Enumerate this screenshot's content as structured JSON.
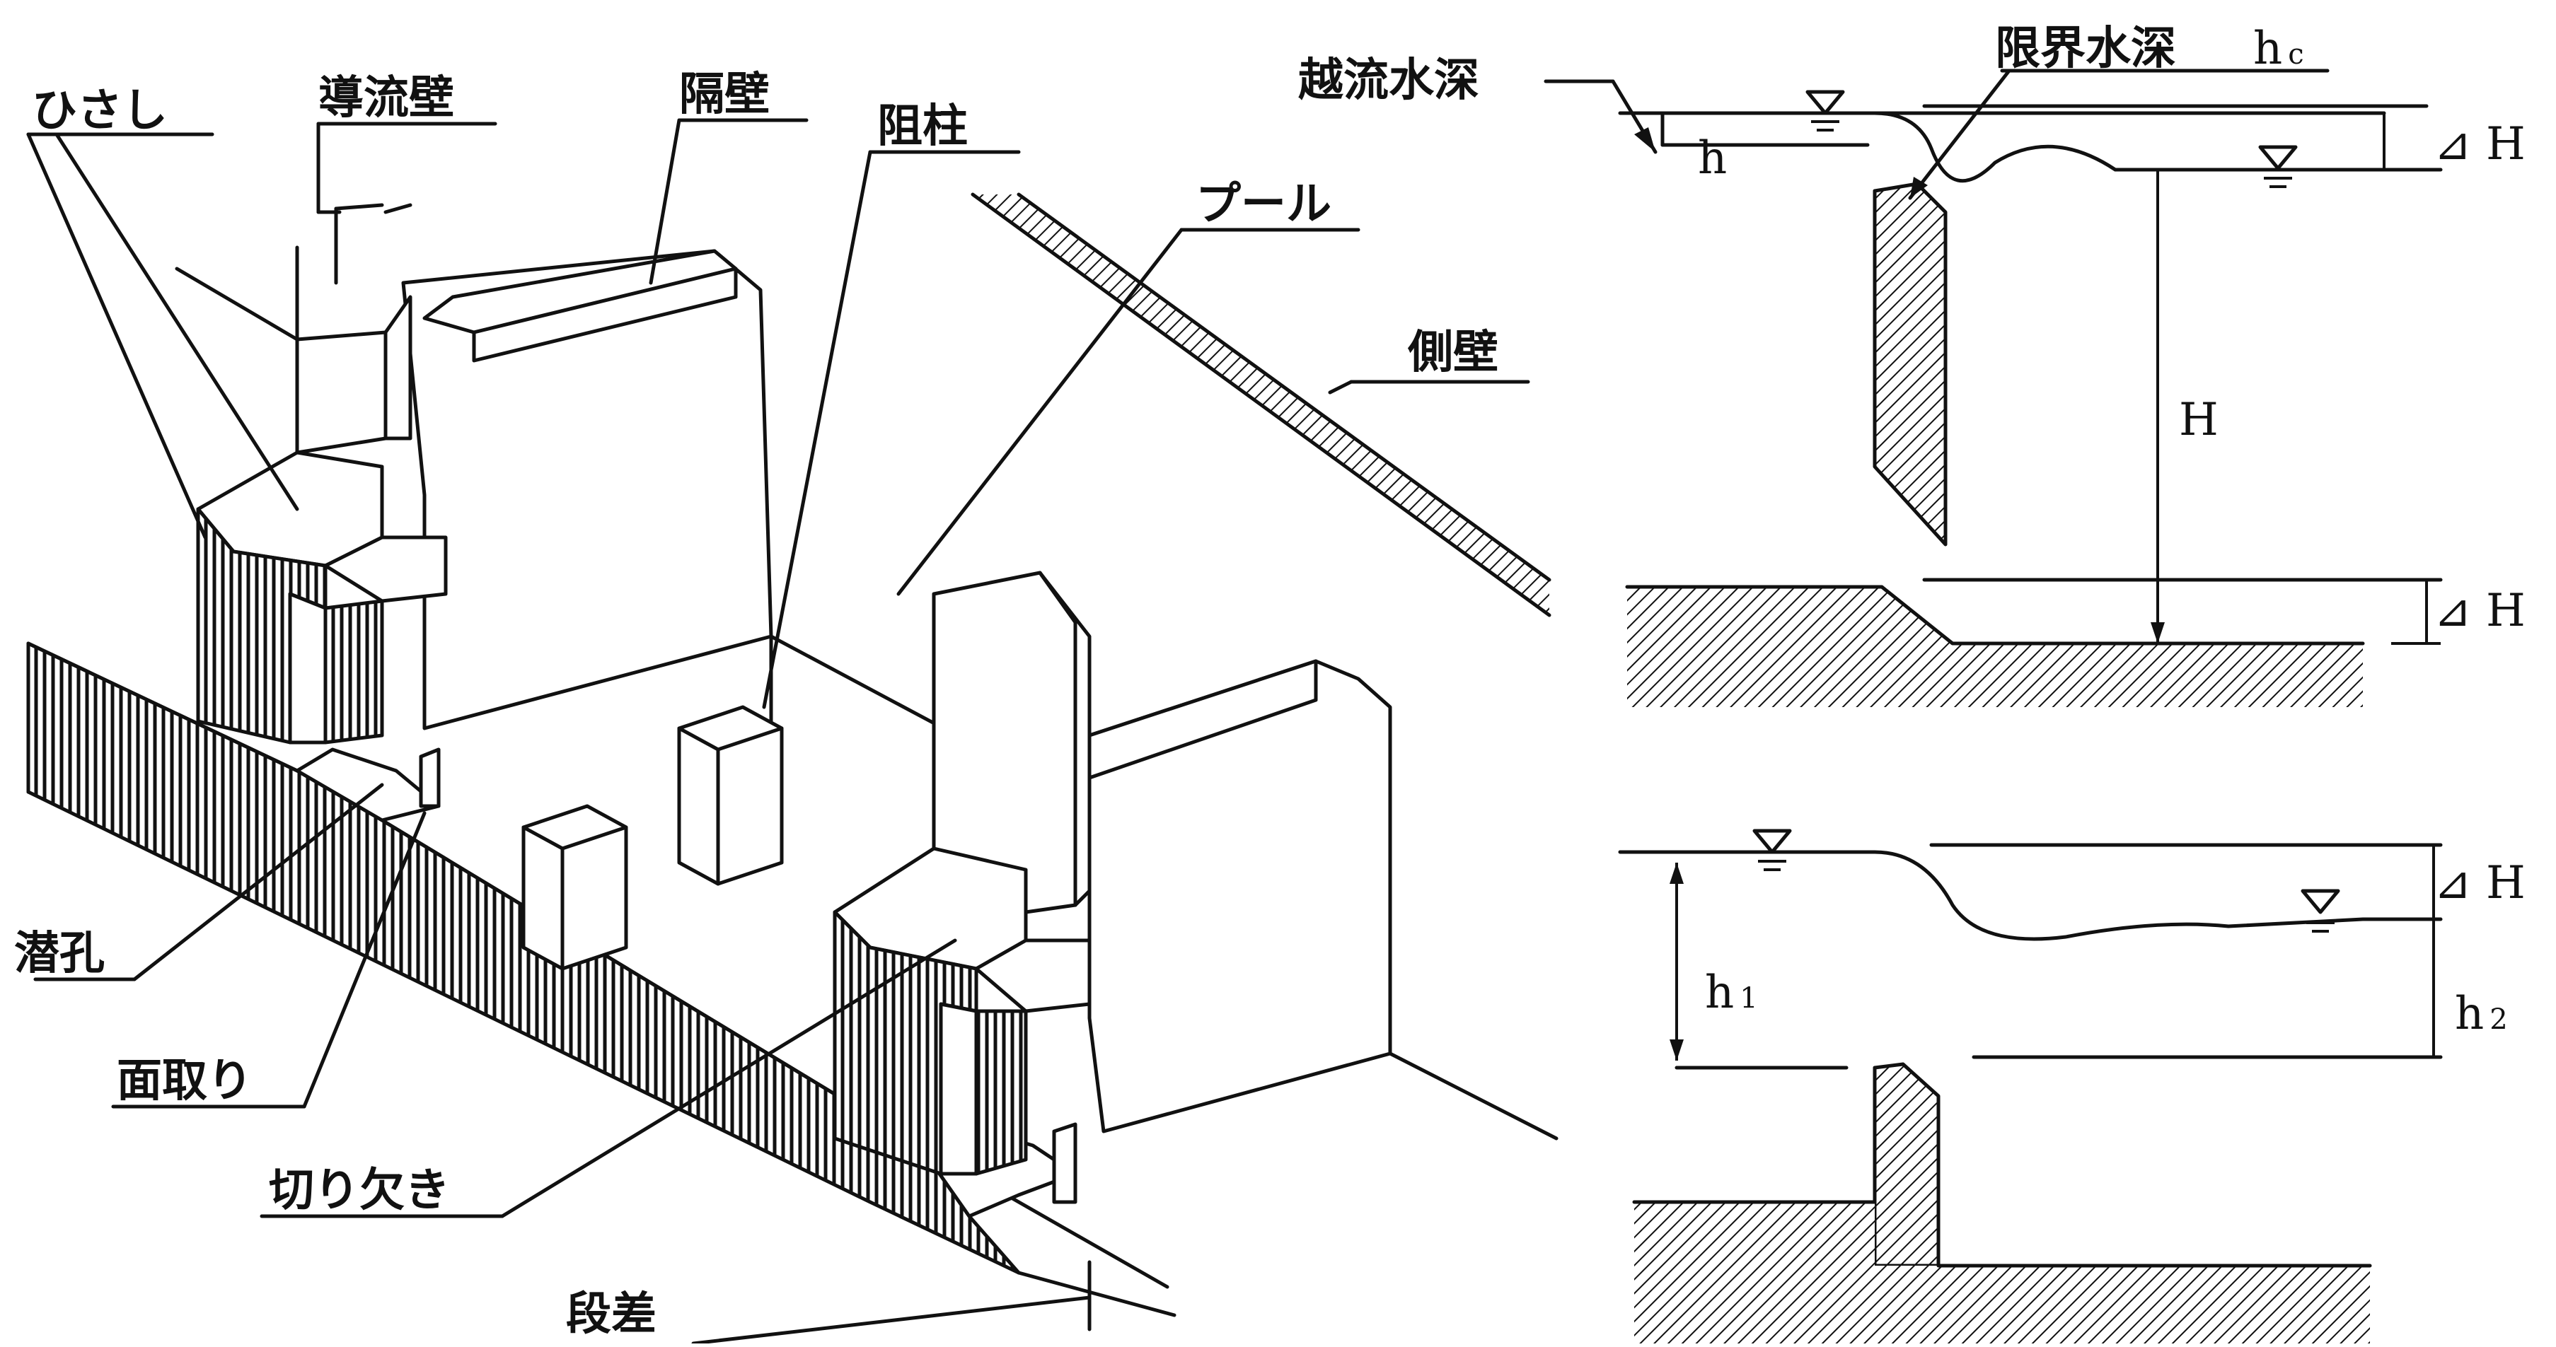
{
  "left_labels": {
    "hisashi": "ひさし",
    "douryuheki": "導流壁",
    "kakuheki": "隔壁",
    "sochu": "阻柱",
    "pool": "プール",
    "sokuheki": "側壁",
    "senko": "潜孔",
    "mentori": "面取り",
    "kirikaki": "切り欠き",
    "dansa": "段差"
  },
  "right_top": {
    "overflow_depth": "越流水深",
    "critical_depth": "限界水深",
    "hc_symbol": "h",
    "hc_sub": "c",
    "h": "h",
    "H": "H",
    "dH_top": "⊿ H",
    "dH_bottom": "⊿ H"
  },
  "right_bottom": {
    "h1_symbol": "h",
    "h1_sub": "1",
    "h2_symbol": "h",
    "h2_sub": "2",
    "dH": "⊿ H"
  }
}
